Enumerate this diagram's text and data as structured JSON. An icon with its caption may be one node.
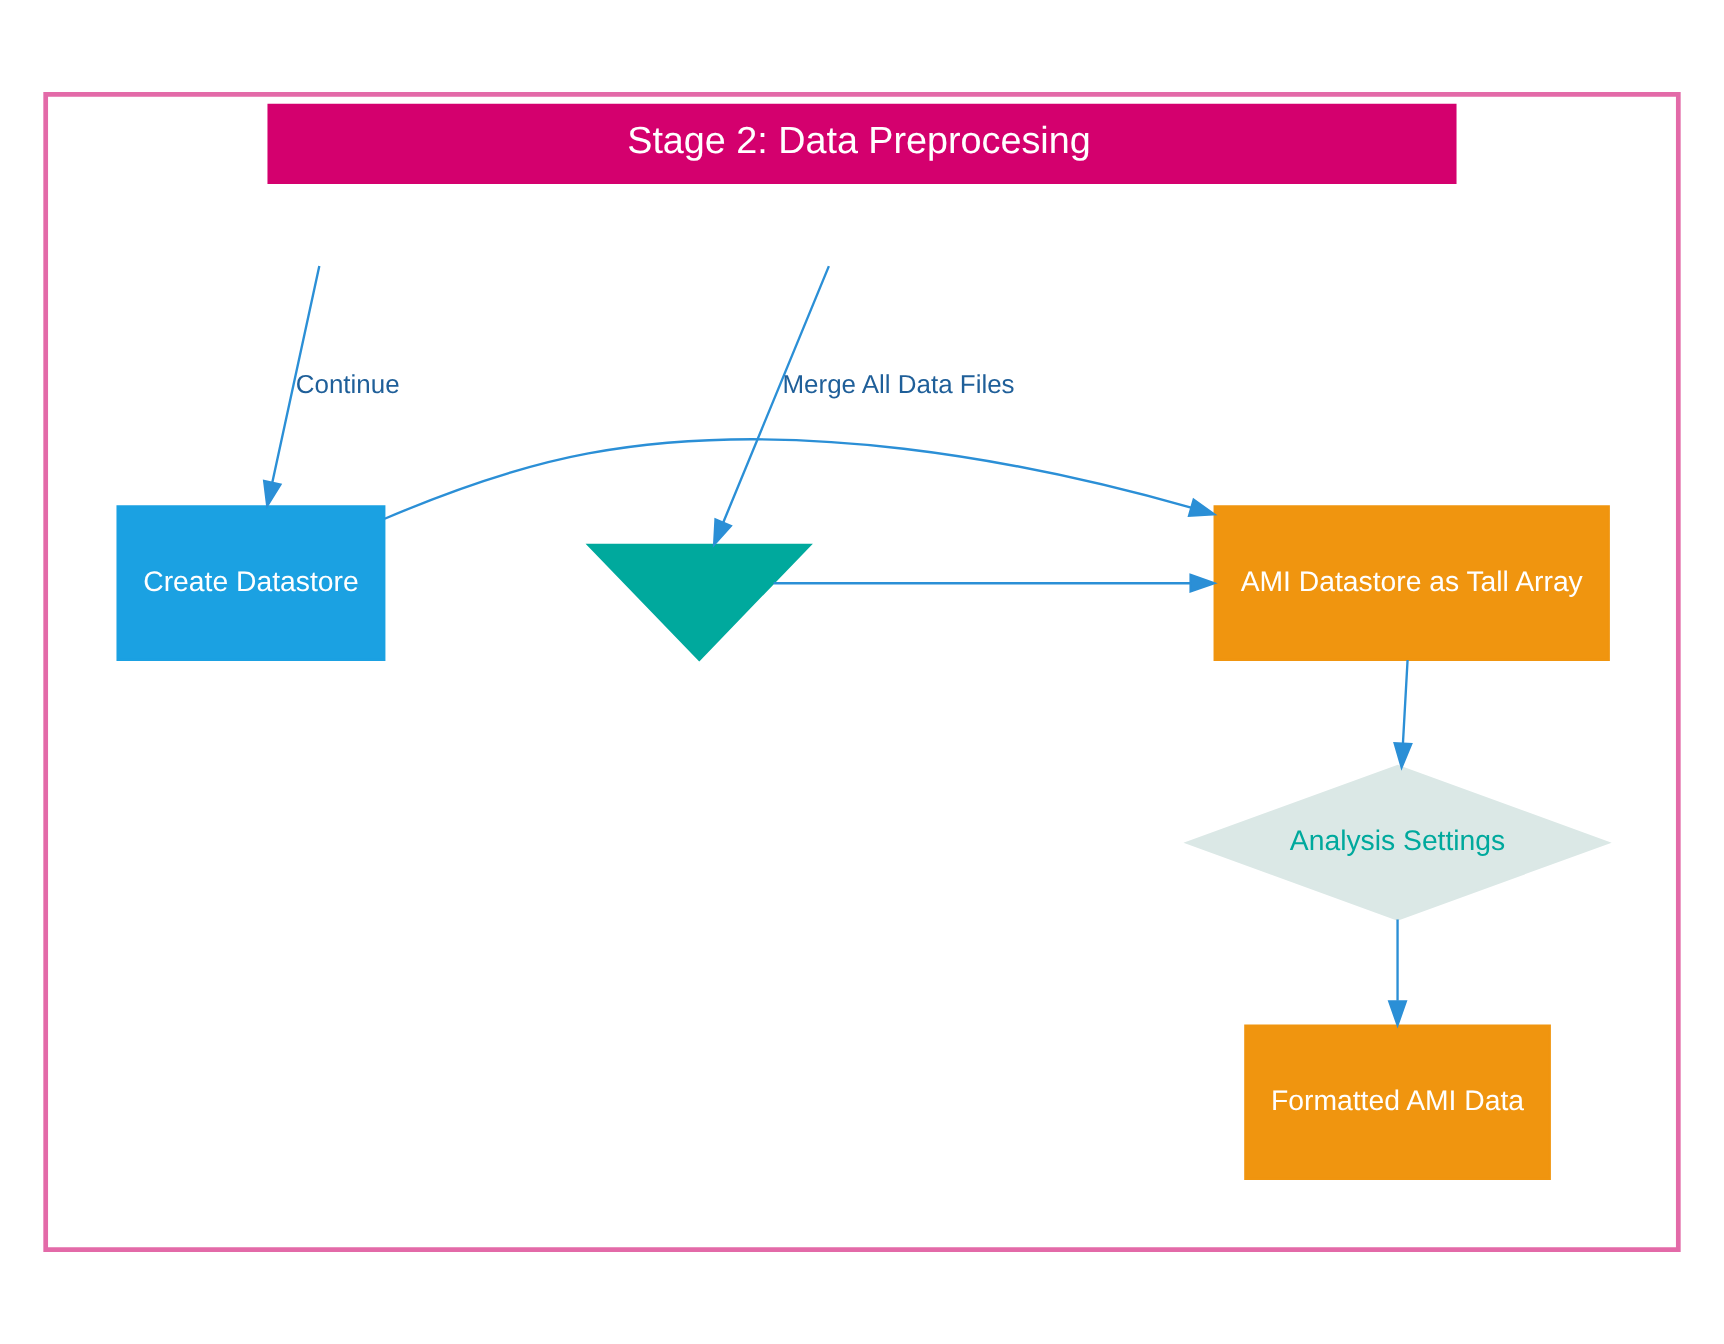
{
  "diagram": {
    "nodes": [
      {
        "text": [
          "Stage 2: Data Preprocesing"
        ]
      },
      {
        "text": [],
        "shape": "hourglass",
        "in": 0
      },
      {
        "text": [
          "AMI Datastore as Tall Array"
        ],
        "in": 0
      },
      {
        "text": [
          "Create Datastore"
        ],
        "in": 0
      },
      {
        "text": [
          "Analysis Settings"
        ],
        "in": 0
      },
      {
        "text": [
          "Formatted AMI Data"
        ],
        "in": 0
      }
    ],
    "edges": [
      {
        "from": null,
        "to": 1,
        "arrow": "to",
        "label": "Merge All Data Files"
      },
      {
        "from": null,
        "to": 3,
        "arrow": "to",
        "label": "Continue"
      },
      {
        "from": 1,
        "to": 2,
        "arrow": "to"
      },
      {
        "from": 3,
        "to": 2,
        "arrow": "to"
      },
      {
        "from": 2,
        "to": 4,
        "arrow": "to"
      },
      {
        "from": 4,
        "to": 5,
        "arrow": "to"
      }
    ]
  }
}
